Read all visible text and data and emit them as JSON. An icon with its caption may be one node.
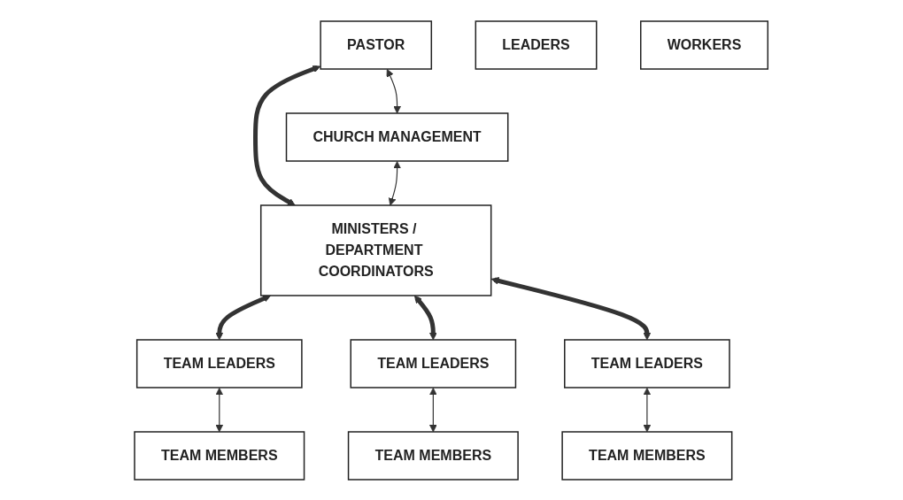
{
  "diagram": {
    "nodes": [
      {
        "text": [
          "PASTOR"
        ]
      },
      {
        "text": [
          "CHURCH MANAGEMENT"
        ]
      },
      {
        "text": [
          "MINISTERS / DEPARTMENT COORDINATORS"
        ]
      },
      {
        "text": [
          "TEAM LEADERS"
        ]
      },
      {
        "text": [
          "TEAM LEADERS"
        ]
      },
      {
        "text": [
          "TEAM LEADERS"
        ]
      },
      {
        "text": [
          "TEAM MEMBERS"
        ]
      },
      {
        "text": [
          "TEAM MEMBERS"
        ]
      },
      {
        "text": [
          "TEAM MEMBERS"
        ]
      },
      {
        "text": [
          "LEADERS"
        ]
      },
      {
        "text": [
          "WORKERS"
        ]
      }
    ],
    "edges": [
      {
        "from": 0,
        "to": 2,
        "arrow": "both",
        "style": "thick"
      },
      {
        "from": 0,
        "to": 1,
        "arrow": "both"
      },
      {
        "from": 1,
        "to": 2,
        "arrow": "both"
      },
      {
        "from": 2,
        "to": 3,
        "arrow": "both",
        "style": "thick"
      },
      {
        "from": 2,
        "to": 4,
        "arrow": "both",
        "style": "thick"
      },
      {
        "from": 2,
        "to": 5,
        "arrow": "both",
        "style": "thick"
      },
      {
        "from": 3,
        "to": 6,
        "arrow": "both"
      },
      {
        "from": 4,
        "to": 7,
        "arrow": "both"
      },
      {
        "from": 5,
        "to": 8,
        "arrow": "both"
      }
    ]
  }
}
